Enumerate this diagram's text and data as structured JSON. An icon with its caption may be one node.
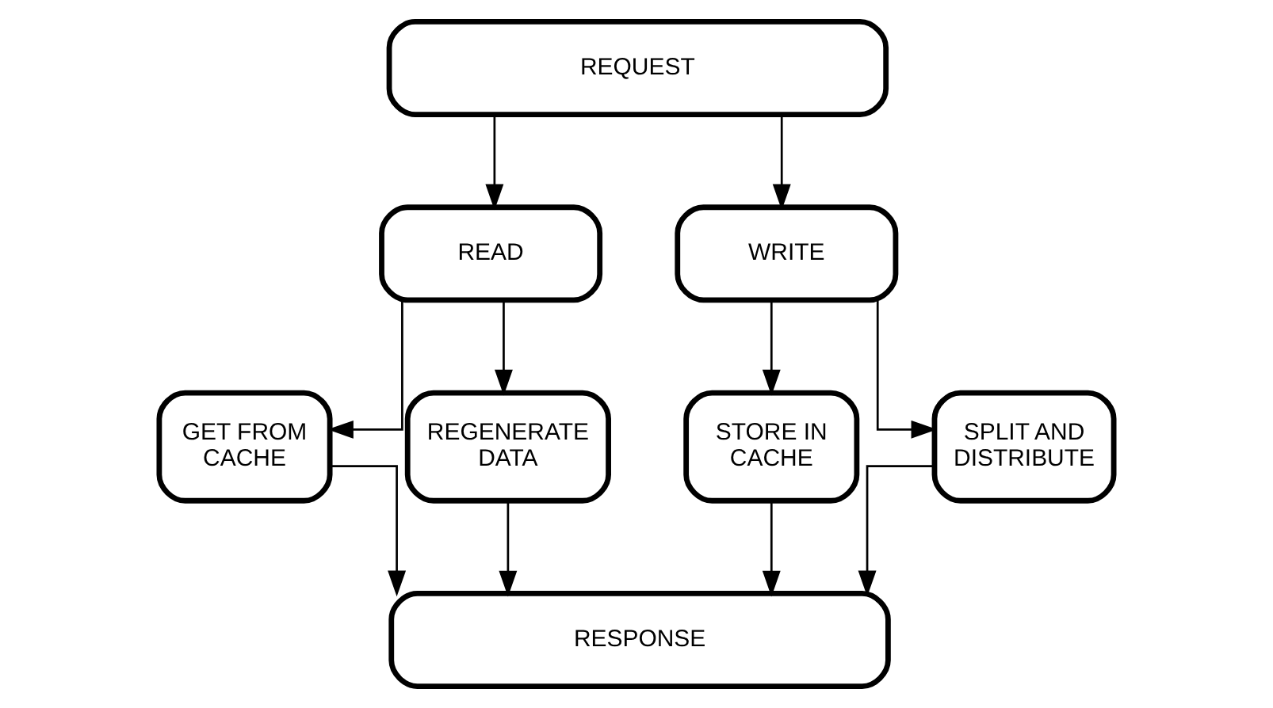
{
  "diagram": {
    "nodes": [
      {
        "text": [
          "REQUEST"
        ]
      },
      {
        "text": [
          "READ"
        ]
      },
      {
        "text": [
          "WRITE"
        ]
      },
      {
        "text": [
          "GET FROM CACHE"
        ]
      },
      {
        "text": [
          "REGENERATE DATA"
        ]
      },
      {
        "text": [
          "STORE IN CACHE"
        ]
      },
      {
        "text": [
          "SPLIT AND DISTRIBUTE"
        ]
      },
      {
        "text": [
          "RESPONSE"
        ]
      }
    ],
    "edges": [
      {
        "from": 0,
        "to": 1,
        "arrow": "to"
      },
      {
        "from": 0,
        "to": 2,
        "arrow": "to"
      },
      {
        "from": 1,
        "to": 3,
        "arrow": "to"
      },
      {
        "from": 1,
        "to": 4,
        "arrow": "to"
      },
      {
        "from": 2,
        "to": 5,
        "arrow": "to"
      },
      {
        "from": 2,
        "to": 6,
        "arrow": "to"
      },
      {
        "from": 3,
        "to": 7,
        "arrow": "to"
      },
      {
        "from": 4,
        "to": 7,
        "arrow": "to"
      },
      {
        "from": 5,
        "to": 7,
        "arrow": "to"
      },
      {
        "from": 6,
        "to": 7,
        "arrow": "to"
      }
    ]
  }
}
